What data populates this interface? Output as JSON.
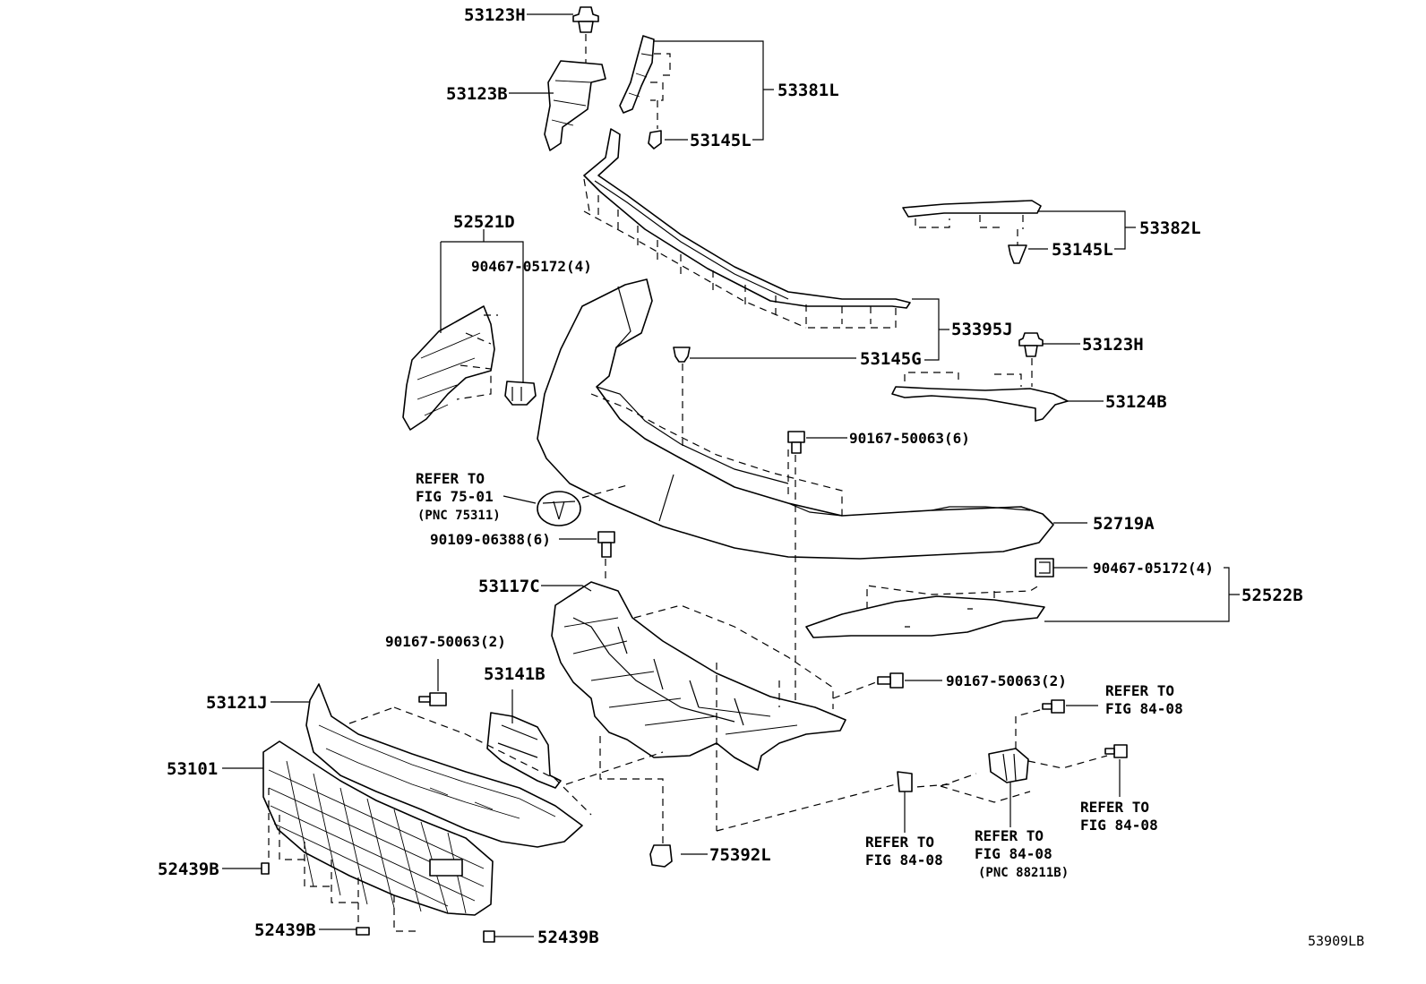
{
  "diagram_code": "53909LB",
  "labels": {
    "p53123H_top": "53123H",
    "p53123B": "53123B",
    "p53381L": "53381L",
    "p53145L_top": "53145L",
    "p52521D": "52521D",
    "p90467_left": "90467-05172(4)",
    "p53382L": "53382L",
    "p53145L_right": "53145L",
    "p53395J": "53395J",
    "p53123H_right": "53123H",
    "p53145G": "53145G",
    "p53124B": "53124B",
    "p90167_6": "90167-50063(6)",
    "ref75_line1": "REFER TO",
    "ref75_line2": "FIG 75-01",
    "ref75_line3": "(PNC 75311)",
    "p52719A": "52719A",
    "p90109": "90109-06388(6)",
    "p90467_right": "90467-05172(4)",
    "p52522B": "52522B",
    "p53117C": "53117C",
    "p90167_2_left": "90167-50063(2)",
    "p53141B": "53141B",
    "p90167_2_right": "90167-50063(2)",
    "ref84a_line1": "REFER TO",
    "ref84a_line2": "FIG 84-08",
    "p53121J": "53121J",
    "p53101": "53101",
    "ref84b_line1": "REFER TO",
    "ref84b_line2": "FIG 84-08",
    "ref84c_line1": "REFER TO",
    "ref84c_line2": "FIG 84-08",
    "ref84d_line1": "REFER TO",
    "ref84d_line2": "FIG 84-08",
    "ref84d_line3": "(PNC 88211B)",
    "p52439B_a": "52439B",
    "p75392L": "75392L",
    "p52439B_b": "52439B",
    "p52439B_c": "52439B"
  }
}
